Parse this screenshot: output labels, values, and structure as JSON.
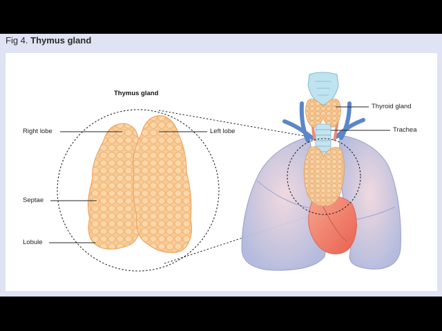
{
  "figure": {
    "number": "Fig 4.",
    "title": "Thymus gland"
  },
  "inset": {
    "title": "Thymus gland",
    "labels": {
      "right_lobe": "Right lobe",
      "left_lobe": "Left lobe",
      "septae": "Septae",
      "lobule": "Lobule"
    }
  },
  "anatomy": {
    "labels": {
      "thyroid": "Thyroid gland",
      "trachea": "Trachea"
    }
  },
  "colors": {
    "frame_background": "#dfe3f3",
    "panel_background": "#ffffff",
    "thymus": "#f8c890",
    "lung": "#c9cde6",
    "vessels": "#5b86c8",
    "heart": "#f08070"
  }
}
